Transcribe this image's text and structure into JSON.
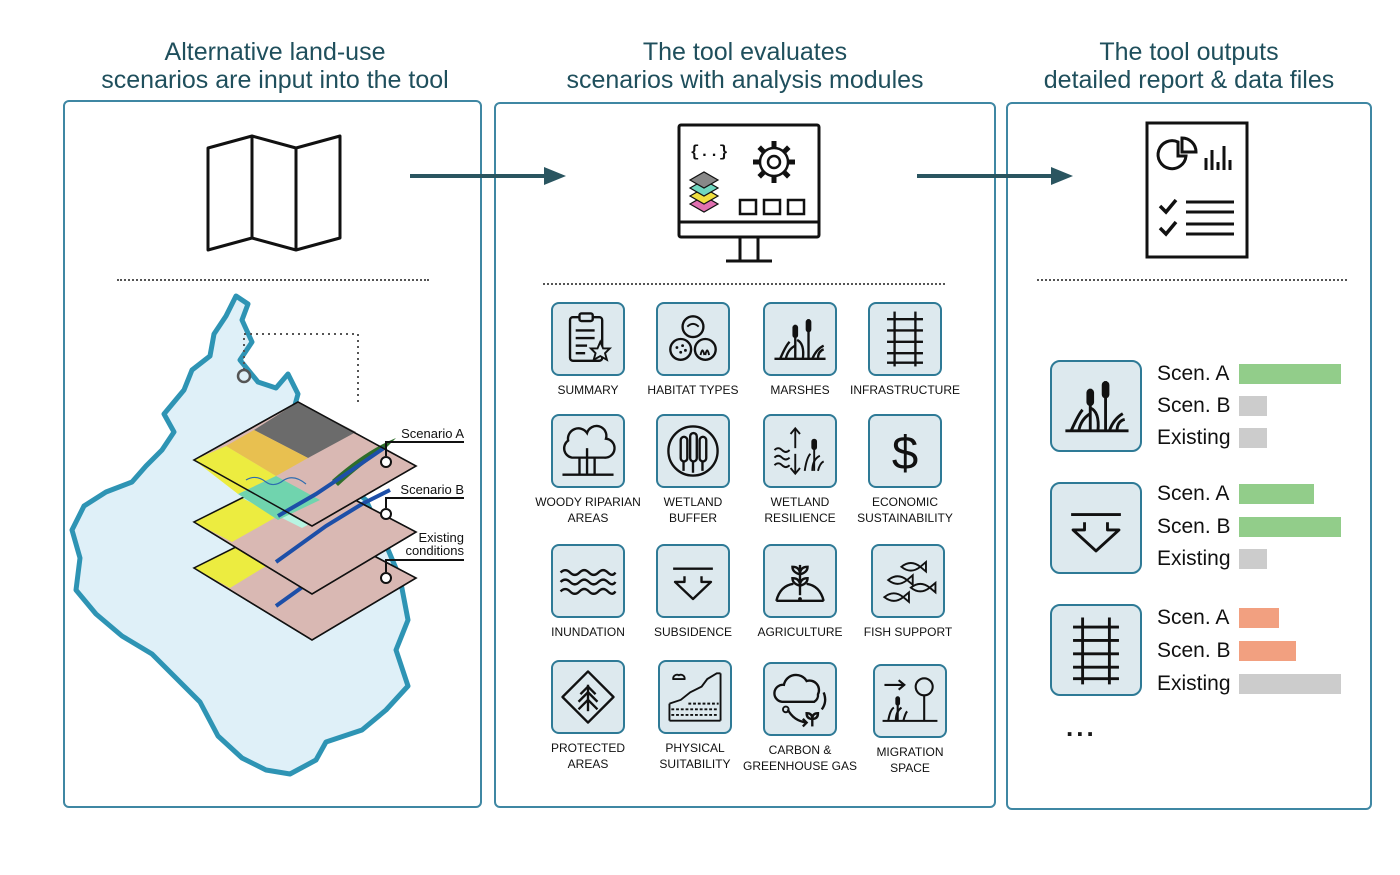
{
  "headings": [
    {
      "line1": "Alternative land-use",
      "line2": "scenarios are input into the tool"
    },
    {
      "line1": "The tool evaluates",
      "line2": "scenarios with analysis modules"
    },
    {
      "line1": "The tool outputs",
      "line2": "detailed report & data files"
    }
  ],
  "map_labels": {
    "scenario_a": "Scenario A",
    "scenario_b": "Scenario B",
    "existing_line1": "Existing",
    "existing_line2": "conditions"
  },
  "monitor_code_text": "{..}",
  "colors": {
    "accent": "#2e7a96",
    "panel_fill": "#dde9ee",
    "arrow": "#2a5560",
    "bar_green": "#92cd8a",
    "bar_orange": "#f2a080",
    "bar_gray": "#cccccc",
    "map_fill": "#dff0f8"
  },
  "modules": [
    {
      "label": "SUMMARY",
      "icon": "clipboard-star-icon"
    },
    {
      "label": "HABITAT TYPES",
      "icon": "habitat-circles-icon"
    },
    {
      "label": "MARSHES",
      "icon": "cattail-icon"
    },
    {
      "label": "INFRASTRUCTURE",
      "icon": "railroad-icon"
    },
    {
      "label": "WOODY RIPARIAN\nAREAS",
      "icon": "trees-icon"
    },
    {
      "label": "WETLAND\nBUFFER",
      "icon": "wetland-buffer-icon"
    },
    {
      "label": "WETLAND\nRESILIENCE",
      "icon": "resilience-icon"
    },
    {
      "label": "ECONOMIC\nSUSTAINABILITY",
      "icon": "dollar-icon"
    },
    {
      "label": "INUNDATION",
      "icon": "waves-icon"
    },
    {
      "label": "SUBSIDENCE",
      "icon": "subsidence-arrow-icon"
    },
    {
      "label": "AGRICULTURE",
      "icon": "crop-icon"
    },
    {
      "label": "FISH SUPPORT",
      "icon": "fish-icon"
    },
    {
      "label": "PROTECTED\nAREAS",
      "icon": "protected-tree-icon"
    },
    {
      "label": "PHYSICAL\nSUITABILITY",
      "icon": "terrain-icon"
    },
    {
      "label": "CARBON &\nGREENHOUSE GAS",
      "icon": "carbon-cloud-icon"
    },
    {
      "label": "MIGRATION\nSPACE",
      "icon": "migration-icon"
    }
  ],
  "results": [
    {
      "icon": "cattail-icon",
      "rows": [
        {
          "name": "Scen. A",
          "value": 1.0,
          "color": "#92cd8a"
        },
        {
          "name": "Scen. B",
          "value": 0.27,
          "color": "#cccccc"
        },
        {
          "name": "Existing",
          "value": 0.27,
          "color": "#cccccc"
        }
      ]
    },
    {
      "icon": "subsidence-arrow-icon",
      "rows": [
        {
          "name": "Scen. A",
          "value": 0.74,
          "color": "#92cd8a"
        },
        {
          "name": "Scen. B",
          "value": 1.0,
          "color": "#92cd8a"
        },
        {
          "name": "Existing",
          "value": 0.27,
          "color": "#cccccc"
        }
      ]
    },
    {
      "icon": "railroad-icon",
      "rows": [
        {
          "name": "Scen. A",
          "value": 0.39,
          "color": "#f2a080"
        },
        {
          "name": "Scen. B",
          "value": 0.56,
          "color": "#f2a080"
        },
        {
          "name": "Existing",
          "value": 1.0,
          "color": "#cccccc"
        }
      ]
    }
  ],
  "ellipsis": "..."
}
